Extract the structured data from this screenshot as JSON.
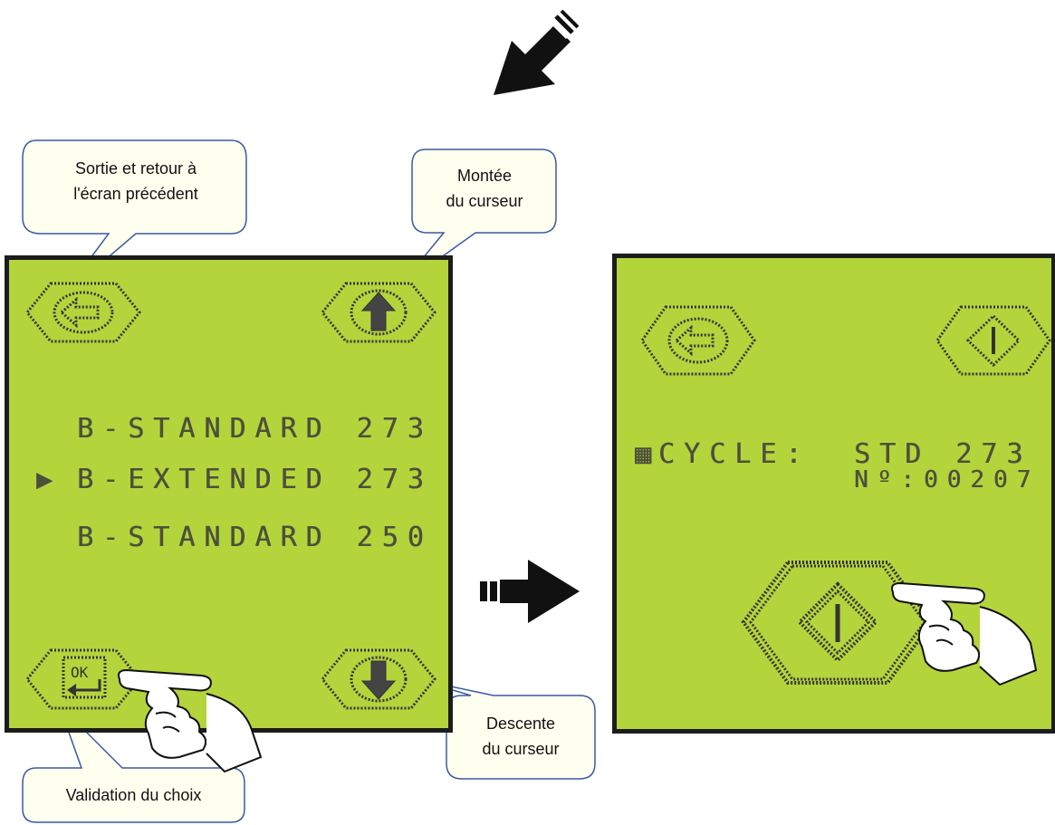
{
  "callouts": {
    "exit": "Sortie et retour à l'écran précédent",
    "exit_line1": "Sortie et retour à",
    "exit_line2": "l'écran précédent",
    "up_line1": "Montée",
    "up_line2": "du curseur",
    "down_line1": "Descente",
    "down_line2": "du curseur",
    "validate": "Validation du choix"
  },
  "left_screen": {
    "menu_items": [
      {
        "label": "B-STANDARD 273",
        "selected": false
      },
      {
        "label": "B-EXTENDED 273",
        "selected": true
      },
      {
        "label": "B-STANDARD 250",
        "selected": false
      }
    ],
    "selection_marker": "▶",
    "ok_icon_text": "OK",
    "buttons": [
      "back-icon",
      "up-arrow-icon",
      "ok-enter-icon",
      "down-arrow-icon"
    ]
  },
  "right_screen": {
    "cycle_label": "CYCLE:",
    "cycle_value": "STD 273",
    "cycle_number": "Nº:00207",
    "marker": "▦",
    "buttons": [
      "back-icon",
      "start-icon",
      "large-start-icon"
    ]
  },
  "colors": {
    "lcd_background": "#b4d43c",
    "lcd_border": "#1c1c1c",
    "bubble_fill": "#fffff0",
    "bubble_stroke": "#3a5aa0",
    "arrow": "#111111"
  }
}
